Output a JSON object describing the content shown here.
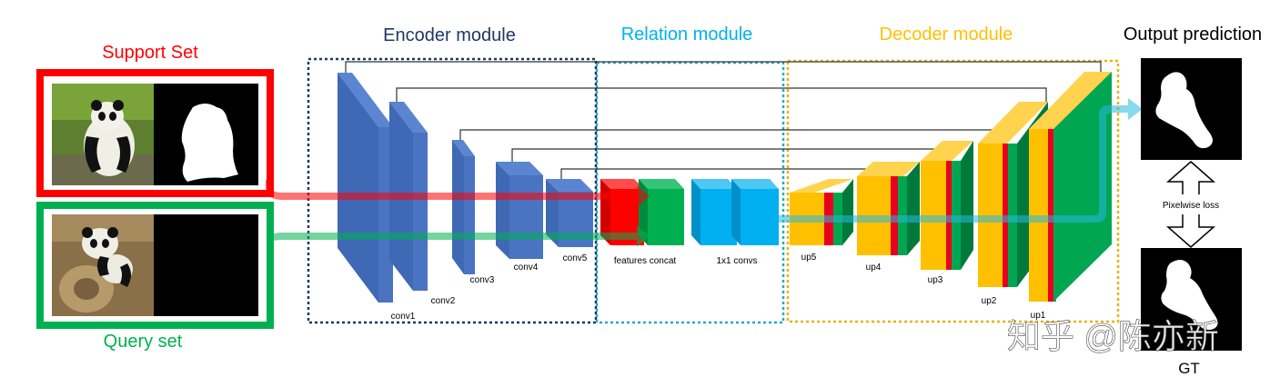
{
  "titles": {
    "encoder": "Encoder module",
    "relation": "Relation module",
    "decoder": "Decoder module",
    "output": "Output prediction",
    "support": "Support Set",
    "query": "Query set",
    "gt": "GT"
  },
  "labels": {
    "conv1": "conv1",
    "conv2": "conv2",
    "conv3": "conv3",
    "conv4": "conv4",
    "conv5": "conv5",
    "features_concat": "features concat",
    "convs_1x1": "1x1 convs",
    "up5": "up5",
    "up4": "up4",
    "up3": "up3",
    "up2": "up2",
    "up1": "up1",
    "pixelwise_loss": "Pixelwise loss"
  },
  "watermark": "知乎 @陈亦新",
  "colors": {
    "encoder_title": "#1f3864",
    "relation_title": "#00b0f0",
    "decoder_title": "#ffc000",
    "support": "#ff0000",
    "query": "#00b050",
    "enc_block": "#4472c4",
    "concat_red": "#ff0000",
    "concat_green": "#00b050",
    "relation_block": "#00b0f0",
    "dec_yellow": "#ffc000",
    "dec_red": "#ff0000",
    "dec_green": "#00a651"
  },
  "icons": {
    "support_image": "panda-photo",
    "support_mask": "panda-mask",
    "query_image": "panda-photo",
    "query_mask": "blank-mask",
    "output_mask": "prediction-mask",
    "gt_mask": "ground-truth-mask"
  }
}
